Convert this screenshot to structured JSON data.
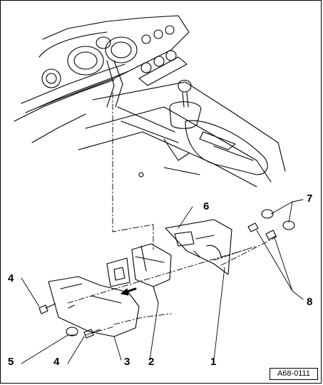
{
  "callouts": {
    "c1": "1",
    "c2": "2",
    "c3": "3",
    "c4a": "4",
    "c4b": "4",
    "c5": "5",
    "c6": "6",
    "c7": "7",
    "c8": "8"
  },
  "drawing_code": "A68-0111"
}
